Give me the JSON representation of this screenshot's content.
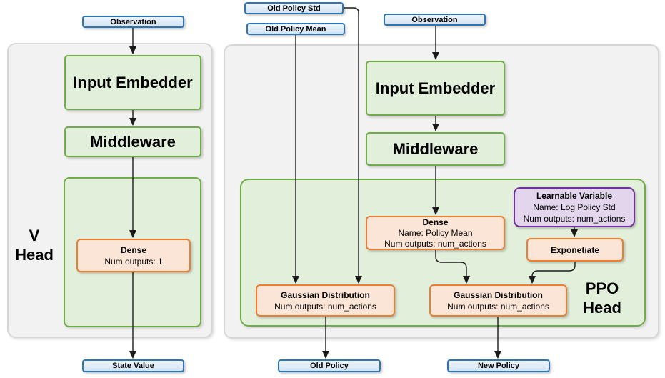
{
  "v_network": {
    "observation_label": "Observation",
    "input_embedder_label": "Input Embedder",
    "middleware_label": "Middleware",
    "head_title_top": "V",
    "head_title_bottom": "Head",
    "dense": {
      "title": "Dense",
      "outputs": "Num outputs: 1"
    },
    "output_label": "State Value"
  },
  "ppo_network": {
    "input_old_policy_std": "Old Policy Std",
    "input_old_policy_mean": "Old Policy Mean",
    "observation_label": "Observation",
    "input_embedder_label": "Input Embedder",
    "middleware_label": "Middleware",
    "dense": {
      "title": "Dense",
      "name": "Name: Policy Mean",
      "outputs": "Num outputs: num_actions"
    },
    "learnable_variable": {
      "title": "Learnable Variable",
      "name": "Name: Log Policy Std",
      "outputs": "Num outputs: num_actions"
    },
    "exponetiate_label": "Exponetiate",
    "gaussian_old": {
      "title": "Gaussian Distribution",
      "outputs": "Num outputs: num_actions"
    },
    "gaussian_new": {
      "title": "Gaussian Distribution",
      "outputs": "Num outputs: num_actions"
    },
    "head_title_top": "PPO",
    "head_title_bottom": "Head",
    "output_old_label": "Old Policy",
    "output_new_label": "New Policy"
  },
  "colors": {
    "blue_fill": "#dbe8f6",
    "blue_border": "#2e75b6",
    "green_fill": "#e2efda",
    "green_border": "#70ad47",
    "orange_fill": "#fbe5d6",
    "orange_border": "#ed7d31",
    "purple_fill": "#e2d5ec",
    "purple_border": "#7030a0",
    "gray_fill": "#f2f2f2",
    "gray_border": "#d6d6d6",
    "line_color": "#1a1a1a"
  }
}
